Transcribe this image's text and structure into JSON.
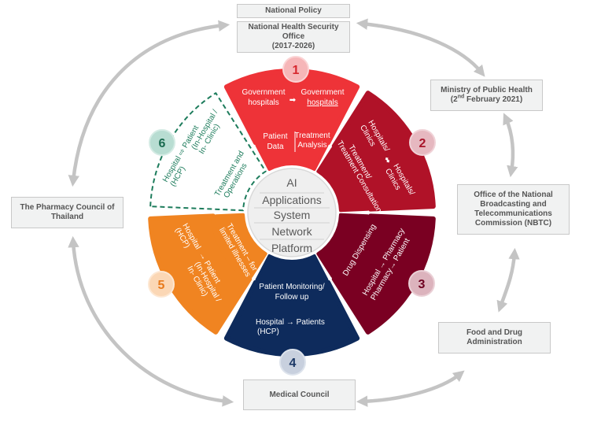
{
  "title": "Thailand telemedicine / digital health ecosystem",
  "colors": {
    "segment1": "#ee3338",
    "segment2": "#b01228",
    "segment3": "#7a0022",
    "segment4": "#0e2b5c",
    "segment5": "#f08421",
    "segment6_outline": "#1d7c5c",
    "arrows": "#c4c4c4",
    "box_fill": "#f1f2f2"
  },
  "stakeholders": {
    "national_policy": "National Policy",
    "nhso_line1": "National Health Security",
    "nhso_line2": "Office",
    "nhso_line3": "(2017-2026)",
    "moph_line1": "Ministry of Public Health",
    "moph_line2_pre": "(2",
    "moph_line2_sup": "nd",
    "moph_line2_post": " February 2021)",
    "nbtc_line1": "Office of the National",
    "nbtc_line2": "Broadcasting and",
    "nbtc_line3": "Telecommunications",
    "nbtc_line4": "Commission (NBTC)",
    "fda_line1": "Food and Drug",
    "fda_line2": "Administration",
    "medical_council": "Medical Council",
    "pharmacy_line1": "The Pharmacy Council of",
    "pharmacy_line2": "Thailand"
  },
  "core": {
    "layers": [
      "AI",
      "Applications",
      "System",
      "Network",
      "Platform"
    ]
  },
  "segments": [
    {
      "number": "1",
      "outer_from": [
        "Government",
        "hospitals"
      ],
      "outer_to": [
        "Government",
        "hospitals"
      ],
      "inner_left": [
        "Patient",
        "Data"
      ],
      "inner_right": [
        "Treatment",
        "Analysis"
      ]
    },
    {
      "number": "2",
      "outer_from": [
        "Hospitals/",
        "Clinics"
      ],
      "outer_to": [
        "Hospitals/",
        "Clinics"
      ],
      "inner": [
        "Treatment/",
        "Treatment Consultation"
      ]
    },
    {
      "number": "3",
      "outer_line1": "Hospital → Pharmacy",
      "outer_line2": "Pharmacy→ Patient",
      "inner": "Drug Dispensing"
    },
    {
      "number": "4",
      "inner": [
        "Patient Monitoring/",
        "Follow up"
      ],
      "outer_line1": "Hospital → Patients",
      "outer_line2": "(HCP)"
    },
    {
      "number": "5",
      "outer": [
        "Hospital",
        "(HCP)",
        "→ Patient",
        "(In-Hospital /",
        "In- Clinic)"
      ],
      "inner": [
        "Treatment – for",
        "limited illnesses"
      ]
    },
    {
      "number": "6",
      "outer": [
        "Hospital ⇨ Patient",
        "(HCP)",
        "(In-Hospital /",
        "In- Clinic)"
      ],
      "inner": [
        "Treatment and",
        "Operations"
      ]
    }
  ]
}
